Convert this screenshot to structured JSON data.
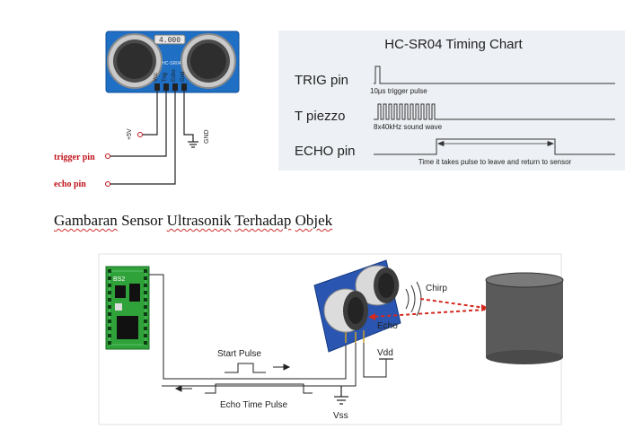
{
  "hcsr04_module": {
    "display": "4.000",
    "model_text": "HC-SR04",
    "pins": [
      "Vcc",
      "Trig",
      "Echo",
      "Gnd"
    ],
    "vcc_label": "+5V",
    "gnd_label": "GND",
    "trigger_label": "trigger pin",
    "echo_label": "echo pin"
  },
  "timing_chart": {
    "title": "HC-SR04 Timing Chart",
    "rows": [
      {
        "name": "TRIG pin",
        "note": "10µs trigger pulse"
      },
      {
        "name": "T piezzo",
        "note": "8x40kHz sound wave"
      },
      {
        "name": "ECHO pin",
        "note": "Time it takes pulse to leave and return to sensor"
      }
    ]
  },
  "caption": {
    "words": [
      "Gambaran",
      "Sensor",
      "Ultrasonik",
      "Terhadap",
      "Objek"
    ]
  },
  "bottom_diagram": {
    "board_label": "BS2",
    "chirp_label": "Chirp",
    "echo_label": "Echo",
    "start_pulse_label": "Start Pulse",
    "echo_time_label": "Echo Time Pulse",
    "vdd_label": "Vdd",
    "vss_label": "Vss"
  },
  "colors": {
    "module_blue": "#1f6fc4",
    "board_green": "#2fa23a",
    "wave_red": "#d42a20",
    "label_red": "#c0141c",
    "chart_bg": "#edf0f4"
  }
}
